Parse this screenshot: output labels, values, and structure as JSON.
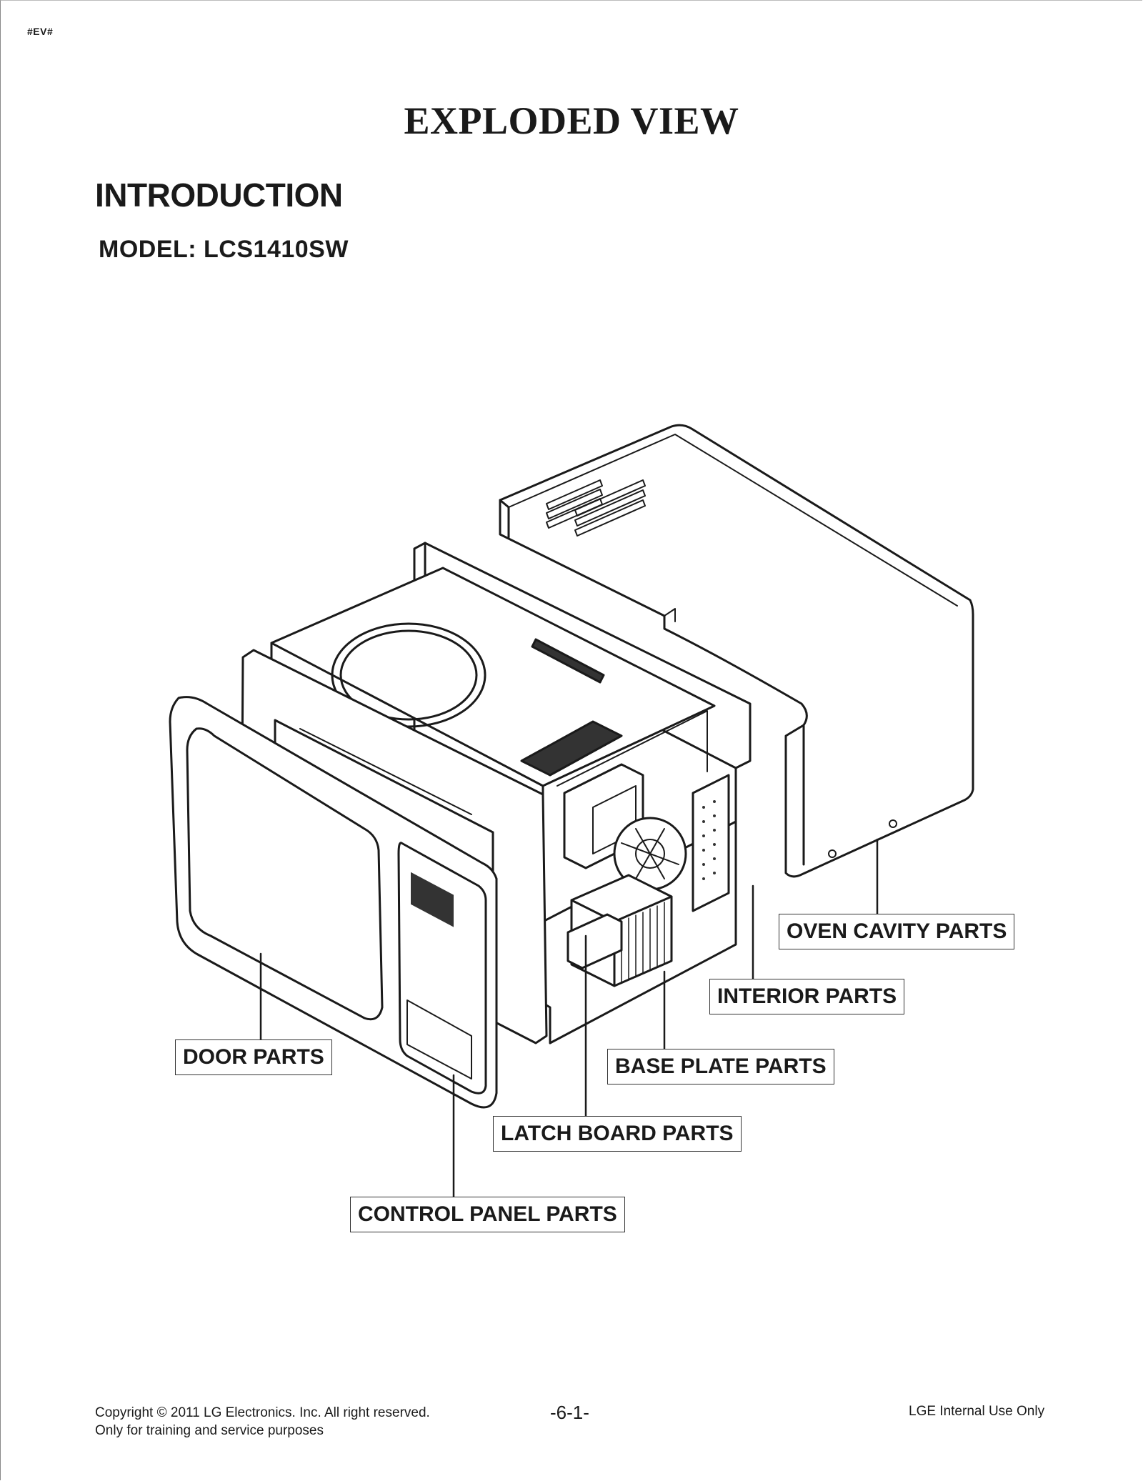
{
  "header": {
    "tag": "#EV#",
    "title": "EXPLODED VIEW",
    "section": "INTRODUCTION",
    "model": "MODEL: LCS1410SW"
  },
  "labels": {
    "oven_cavity": "OVEN CAVITY PARTS",
    "interior": "INTERIOR PARTS",
    "door": "DOOR PARTS",
    "base_plate": "BASE PLATE PARTS",
    "latch_board": "LATCH BOARD PARTS",
    "control_panel": "CONTROL PANEL PARTS"
  },
  "footer": {
    "copyright": "Copyright © 2011 LG Electronics. Inc. All right reserved.",
    "note": "Only for training and service purposes",
    "page": "-6-1-",
    "internal": "LGE Internal Use Only"
  }
}
